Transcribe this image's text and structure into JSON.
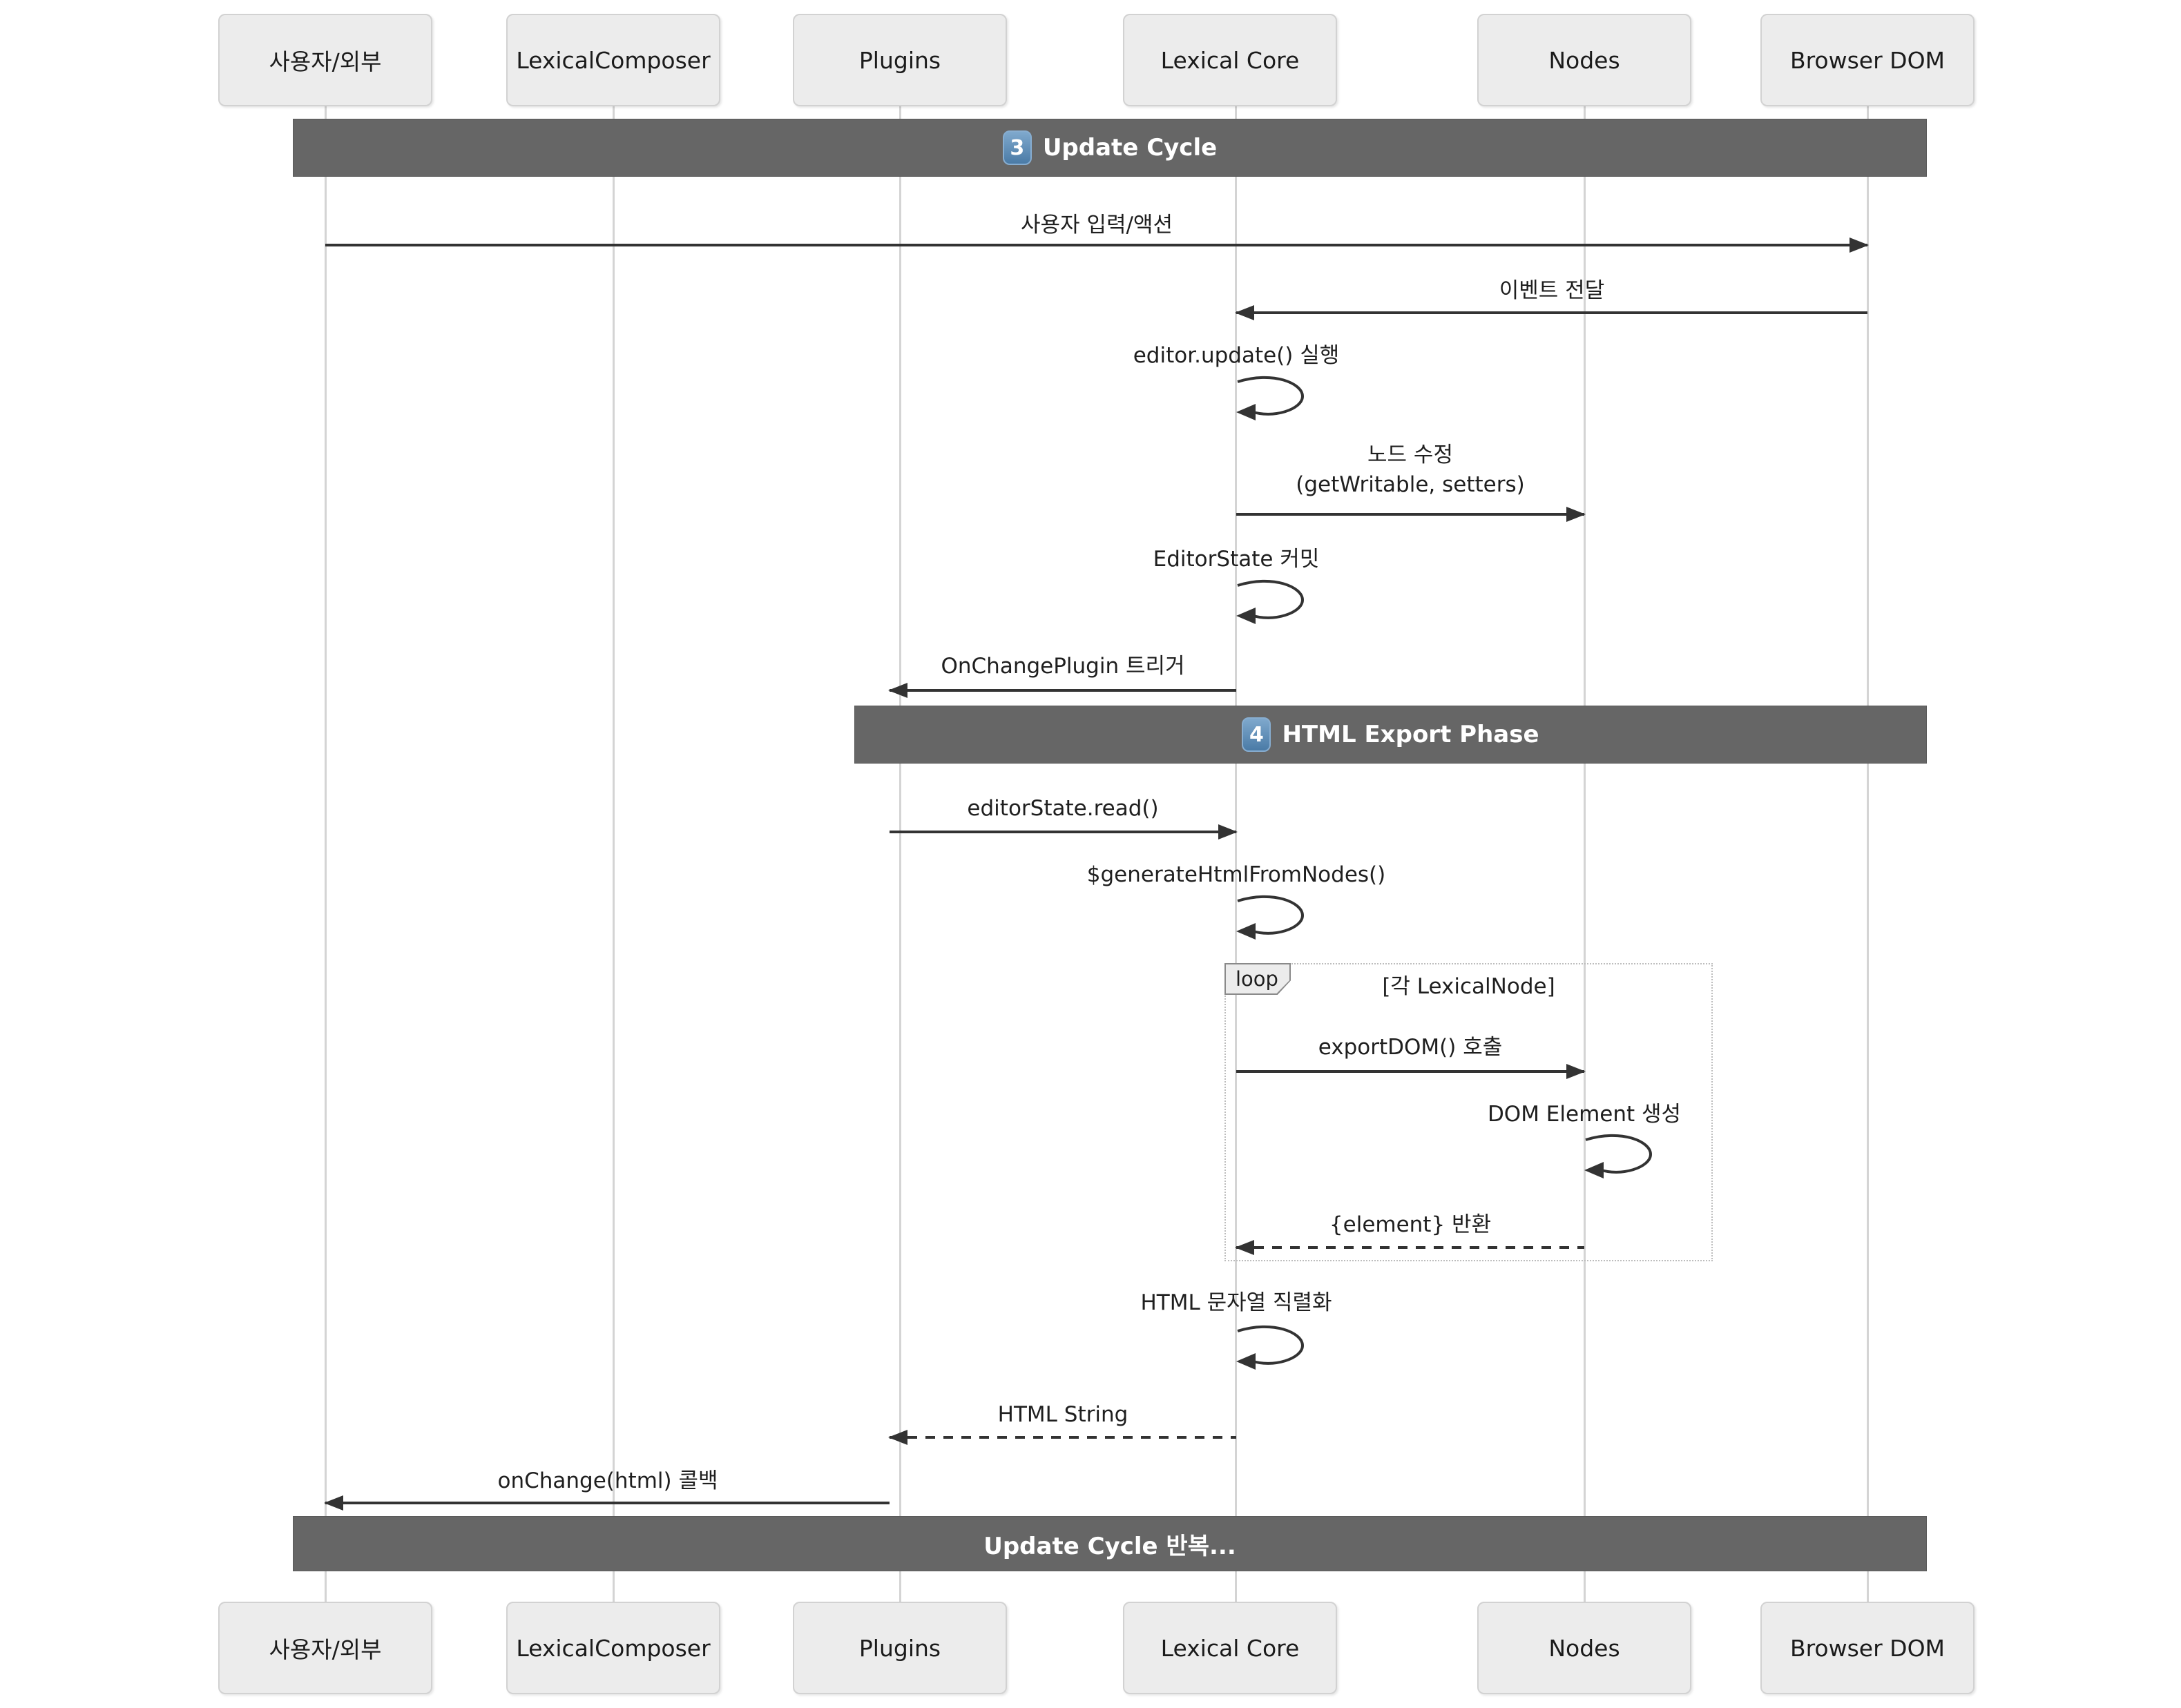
{
  "diagram": {
    "actors": [
      {
        "label": "사용자/외부"
      },
      {
        "label": "LexicalComposer"
      },
      {
        "label": "Plugins"
      },
      {
        "label": "Lexical Core"
      },
      {
        "label": "Nodes"
      },
      {
        "label": "Browser DOM"
      }
    ],
    "bands": [
      {
        "keycap": "3",
        "label": "Update Cycle"
      },
      {
        "keycap": "4",
        "label": "HTML Export Phase"
      },
      {
        "keycap": "",
        "label": "Update Cycle 반복..."
      }
    ],
    "loop_frame": {
      "title": "loop",
      "condition": "[각 LexicalNode]"
    },
    "messages": [
      {
        "label": "사용자 입력/액션",
        "type": "solid"
      },
      {
        "label": "이벤트 전달",
        "type": "solid"
      },
      {
        "label": "editor.update() 실행",
        "type": "self"
      },
      {
        "label": "노드 수정\n(getWritable, setters)",
        "type": "solid"
      },
      {
        "label": "EditorState 커밋",
        "type": "self"
      },
      {
        "label": "OnChangePlugin 트리거",
        "type": "solid"
      },
      {
        "label": "editorState.read()",
        "type": "solid"
      },
      {
        "label": "$generateHtmlFromNodes()",
        "type": "self"
      },
      {
        "label": "exportDOM() 호출",
        "type": "solid"
      },
      {
        "label": "DOM Element 생성",
        "type": "self"
      },
      {
        "label": "{element} 반환",
        "type": "dashed"
      },
      {
        "label": "HTML 문자열 직렬화",
        "type": "self"
      },
      {
        "label": "HTML String",
        "type": "dashed"
      },
      {
        "label": "onChange(html) 콜백",
        "type": "solid"
      }
    ]
  },
  "colors": {
    "band_bg": "#666666",
    "actor_bg": "#ececec",
    "actor_border": "#d2d2d2",
    "line": "#333333",
    "lifeline": "#d4d4d4",
    "keycap_bg": "#4a7ba6",
    "loop_border": "#bdbdbd"
  }
}
